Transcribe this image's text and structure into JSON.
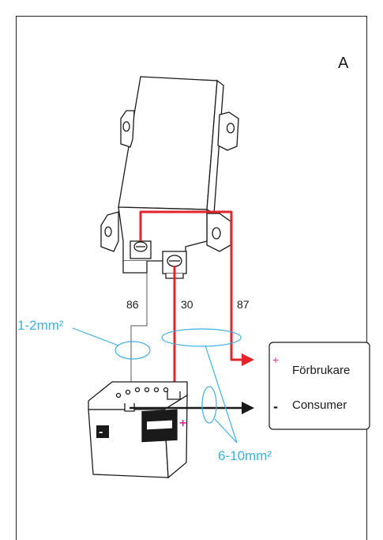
{
  "figure_label": "A",
  "terminals": {
    "t86": "86",
    "t30": "30",
    "t87": "87"
  },
  "wire_sizes": {
    "thin": "1-2mm²",
    "thick": "6-10mm²"
  },
  "consumer_box": {
    "plus": "+",
    "plus_label": "Förbrukare",
    "minus": "-",
    "minus_label": "Consumer"
  },
  "battery": {
    "plus": "+",
    "minus": "-"
  },
  "colors": {
    "red_wire": "#e0262b",
    "callout": "#3fb0e0",
    "plus_marker": "#e0309a",
    "outline": "#1a1a1a"
  }
}
